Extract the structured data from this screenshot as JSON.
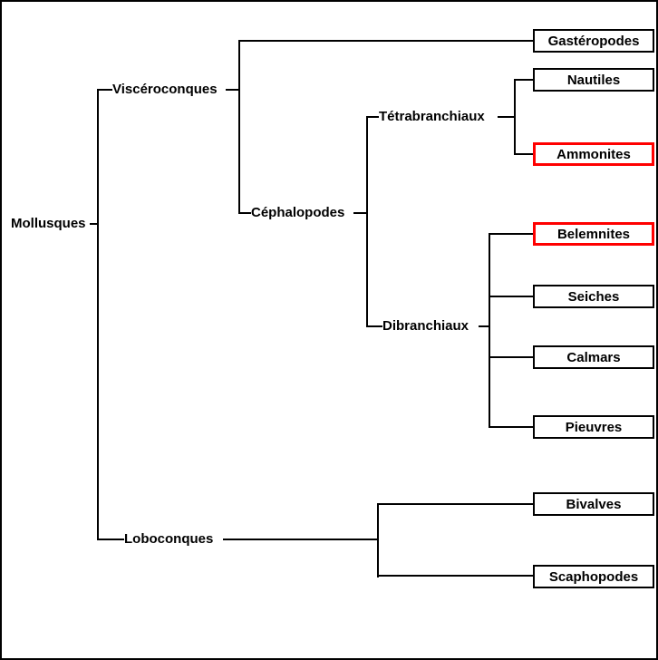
{
  "colors": {
    "line": "#000000",
    "text": "#000000",
    "box_border": "#000000",
    "highlight_border": "#ff0000",
    "background": "#ffffff"
  },
  "tree": {
    "label": "Mollusques",
    "children": [
      {
        "label": "Viscéroconques",
        "children": [
          {
            "label": "Gastéropodes",
            "boxed": true,
            "highlight": false
          },
          {
            "label": "Céphalopodes",
            "children": [
              {
                "label": "Tétrabranchiaux",
                "children": [
                  {
                    "label": "Nautiles",
                    "boxed": true,
                    "highlight": false
                  },
                  {
                    "label": "Ammonites",
                    "boxed": true,
                    "highlight": true
                  }
                ]
              },
              {
                "label": "Dibranchiaux",
                "children": [
                  {
                    "label": "Belemnites",
                    "boxed": true,
                    "highlight": true
                  },
                  {
                    "label": "Seiches",
                    "boxed": true,
                    "highlight": false
                  },
                  {
                    "label": "Calmars",
                    "boxed": true,
                    "highlight": false
                  },
                  {
                    "label": "Pieuvres",
                    "boxed": true,
                    "highlight": false
                  }
                ]
              }
            ]
          }
        ]
      },
      {
        "label": "Loboconques",
        "children": [
          {
            "label": "Bivalves",
            "boxed": true,
            "highlight": false
          },
          {
            "label": "Scaphopodes",
            "boxed": true,
            "highlight": false
          }
        ]
      }
    ]
  }
}
